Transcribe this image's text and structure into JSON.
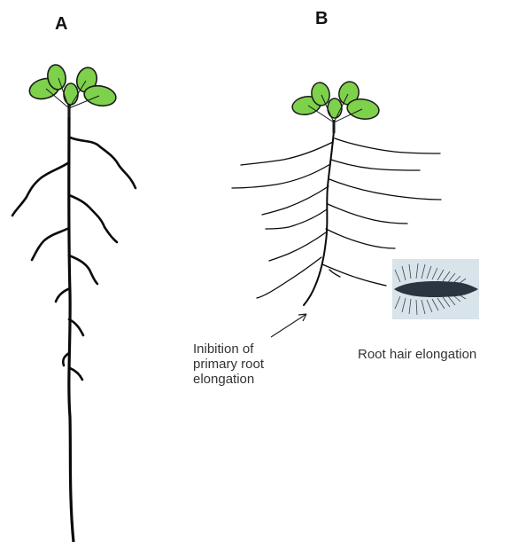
{
  "panels": {
    "a_label": "A",
    "b_label": "B"
  },
  "annotations": {
    "inhibition_lines": [
      "Inibition of",
      "primary root",
      "elongation"
    ],
    "root_hair": "Root hair elongation"
  },
  "colors": {
    "leaf_fill": "#7ed14a",
    "leaf_outline": "#1a1a1a",
    "root_stroke": "#0a0a0a",
    "text": "#333333",
    "photo_bg": "#d8e3ea",
    "photo_root": "#2b3440"
  },
  "icons": {
    "seedling_a": "plant-seedling-icon",
    "seedling_b": "plant-seedling-icon",
    "root_hair_photo": "root-hair-micrograph-icon"
  }
}
